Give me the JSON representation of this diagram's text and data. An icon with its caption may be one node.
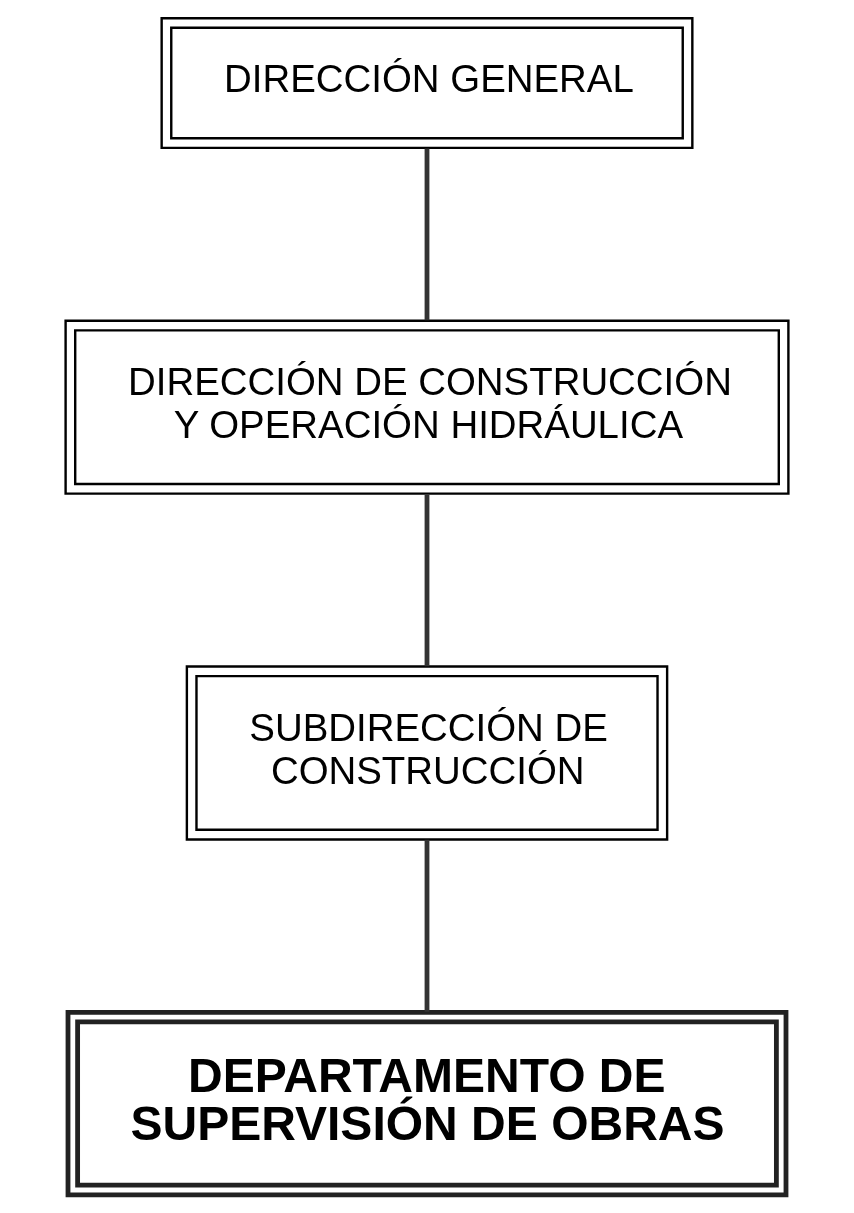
{
  "diagram": {
    "nodes": [
      {
        "text": [
          "DIRECCIÓN GENERAL"
        ]
      },
      {
        "text": [
          "DIRECCIÓN DE CONSTRUCCIÓN Y OPERACIÓN HIDRÁULICA"
        ]
      },
      {
        "text": [
          "SUBDIRECCIÓN DE CONSTRUCCIÓN"
        ]
      },
      {
        "text": [
          "DEPARTAMENTO DE SUPERVISIÓN DE OBRAS"
        ]
      }
    ],
    "edges": [
      {
        "from": 0,
        "to": 1,
        "arrow": "none"
      },
      {
        "from": 1,
        "to": 2,
        "arrow": "none"
      },
      {
        "from": 2,
        "to": 3,
        "arrow": "none"
      }
    ]
  }
}
